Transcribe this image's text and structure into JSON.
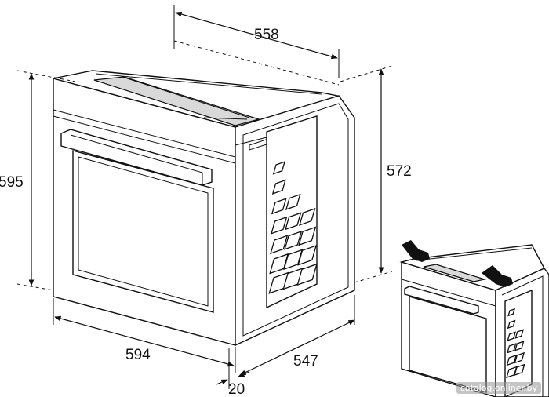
{
  "dimensions": {
    "top_depth": "558",
    "total_height": "595",
    "niche_height": "572",
    "front_width": "594",
    "side_depth": "547",
    "front_offset": "20"
  },
  "watermark": "catalog.onliner.by"
}
